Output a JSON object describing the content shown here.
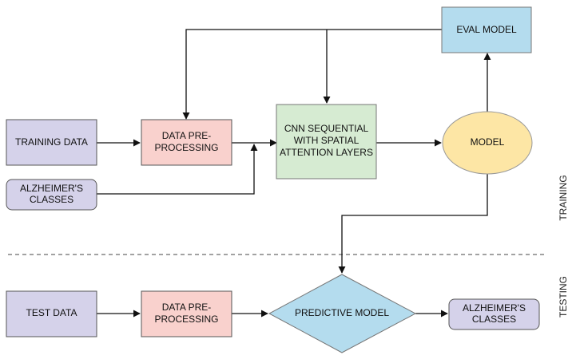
{
  "nodes": {
    "training_data": {
      "label": "TRAINING DATA",
      "color": "#d5d2ea"
    },
    "data_pre_processing_train": {
      "label_line1": "DATA PRE-",
      "label_line2": "PROCESSING",
      "color": "#f9d1cd"
    },
    "alzheimers_classes_input": {
      "label_line1": "ALZHEIMER'S",
      "label_line2": "CLASSES",
      "color": "#d5d2ea"
    },
    "cnn_sequential": {
      "label_line1": "CNN SEQUENTIAL",
      "label_line2": "WITH SPATIAL",
      "label_line3": "ATTENTION LAYERS",
      "color": "#d6ebd2"
    },
    "model": {
      "label": "MODEL",
      "color": "#fde6a5"
    },
    "eval_model": {
      "label": "EVAL MODEL",
      "color": "#b4dcee"
    },
    "test_data": {
      "label": "TEST DATA",
      "color": "#d5d2ea"
    },
    "data_pre_processing_test": {
      "label_line1": "DATA PRE-",
      "label_line2": "PROCESSING",
      "color": "#f9d1cd"
    },
    "predictive_model": {
      "label": "PREDICTIVE MODEL",
      "color": "#b4dcee"
    },
    "alzheimers_classes_output": {
      "label_line1": "ALZHEIMER'S",
      "label_line2": "CLASSES",
      "color": "#d5d2ea"
    }
  },
  "sections": {
    "training": "TRAINING",
    "testing": "TESTING"
  }
}
